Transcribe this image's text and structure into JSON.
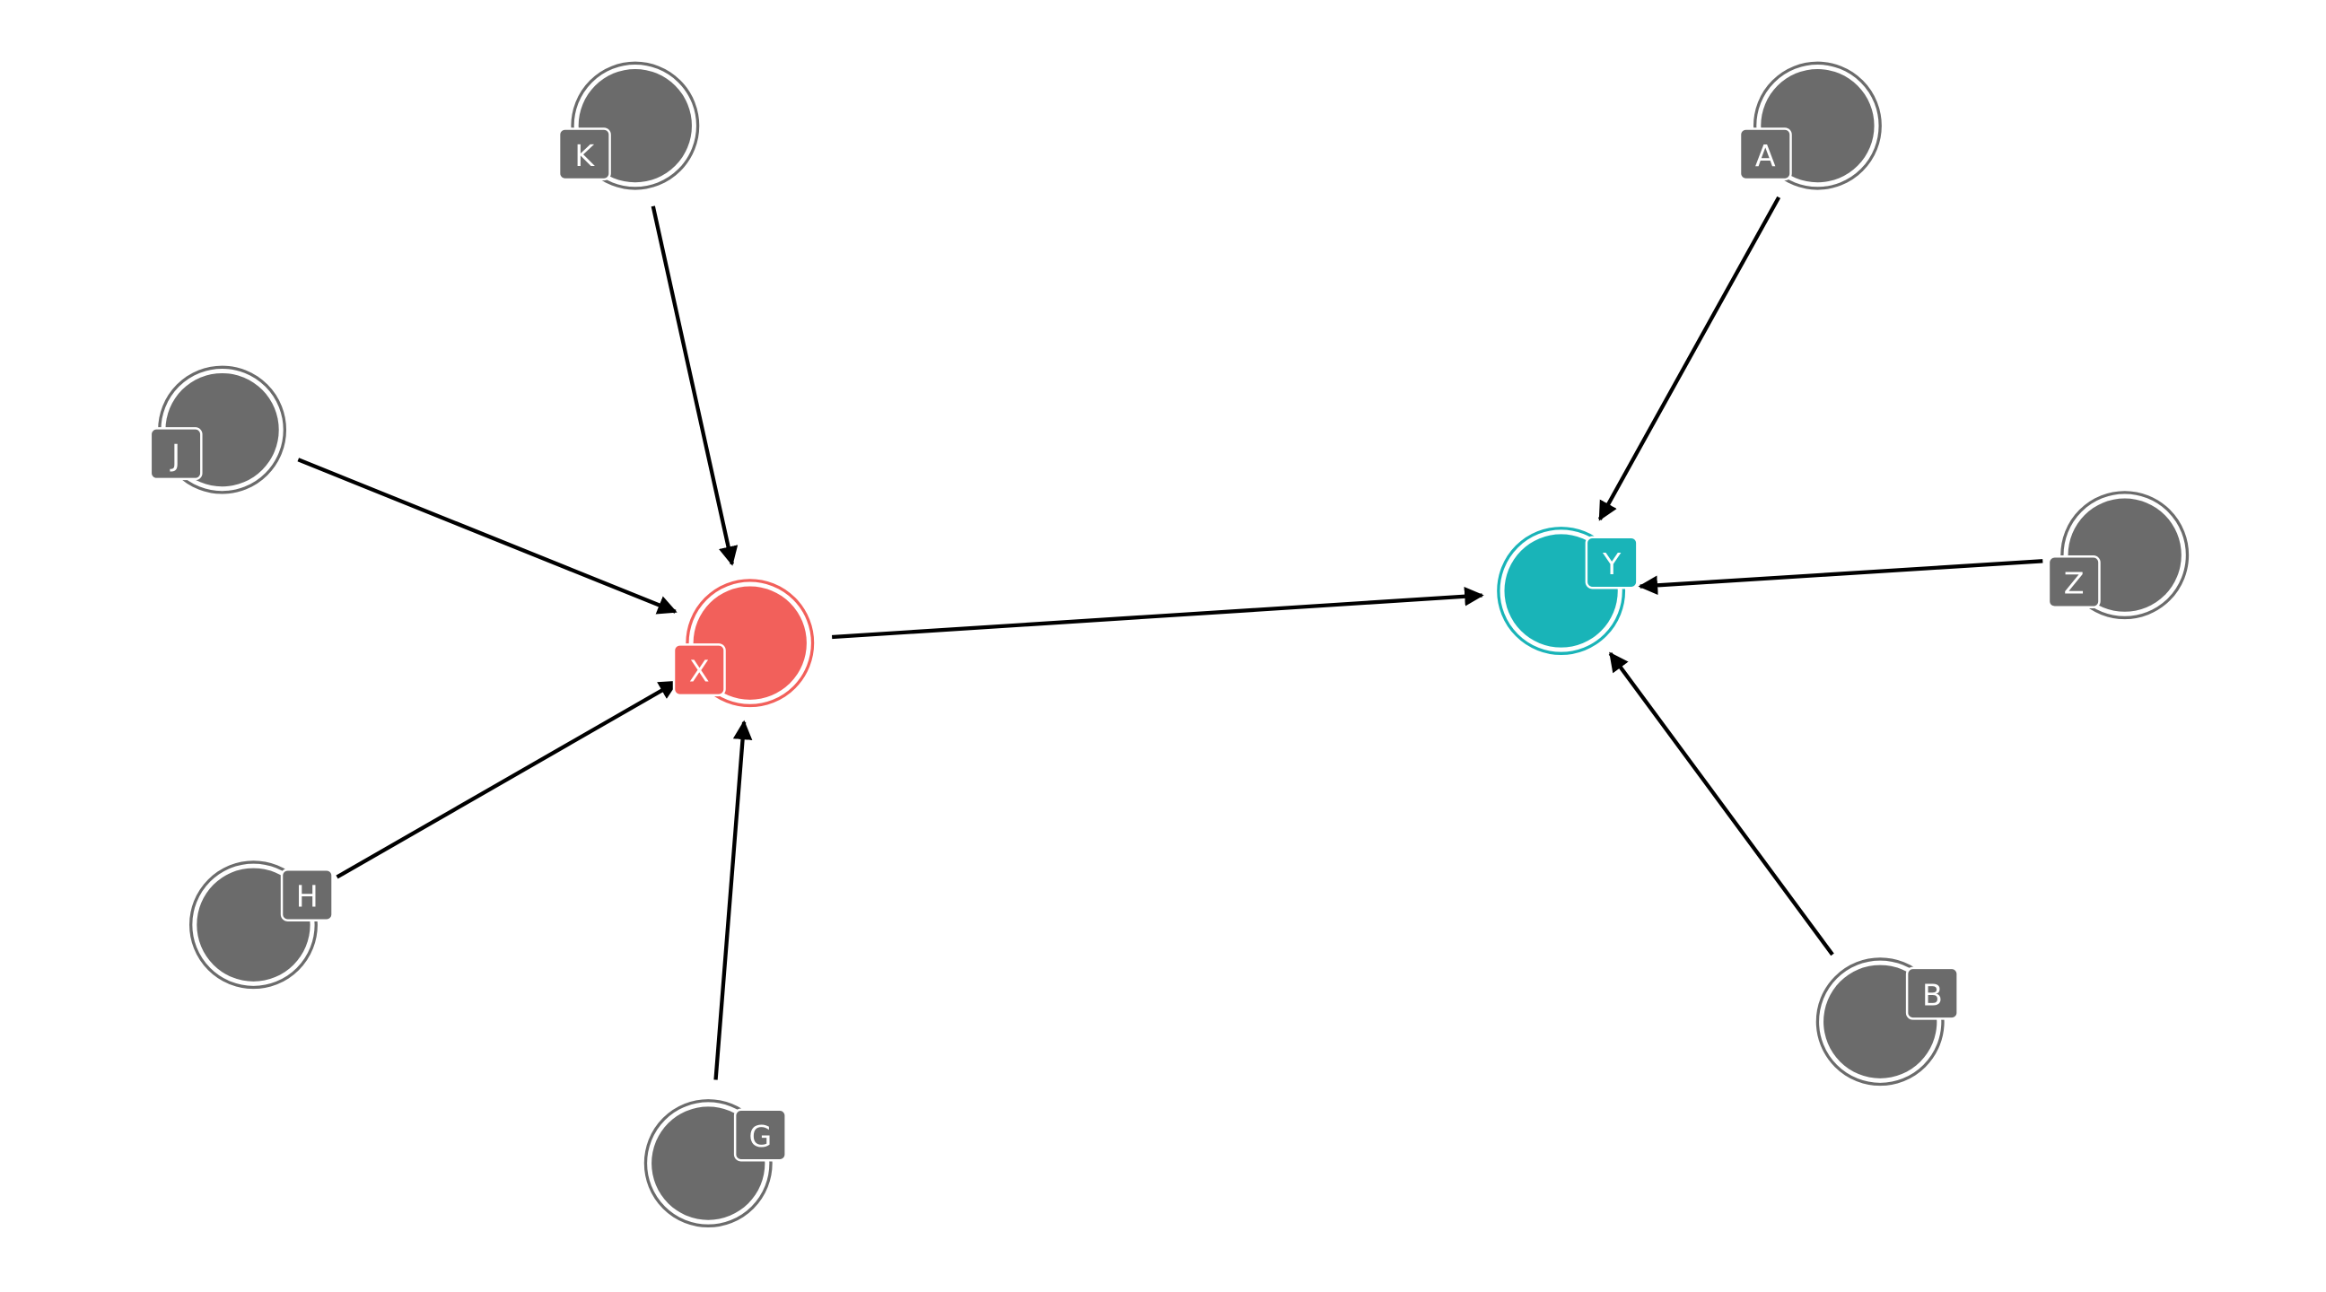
{
  "colors": {
    "default": "#6b6b6b",
    "cause": "#f2605b",
    "effect": "#19b4b8",
    "edge": "#000000"
  },
  "nodes": {
    "K": {
      "label": "K",
      "role": "default"
    },
    "J": {
      "label": "J",
      "role": "default"
    },
    "X": {
      "label": "X",
      "role": "cause"
    },
    "H": {
      "label": "H",
      "role": "default"
    },
    "G": {
      "label": "G",
      "role": "default"
    },
    "A": {
      "label": "A",
      "role": "default"
    },
    "Y": {
      "label": "Y",
      "role": "effect"
    },
    "Z": {
      "label": "Z",
      "role": "default"
    },
    "B": {
      "label": "B",
      "role": "default"
    }
  },
  "edges": [
    {
      "from": "K",
      "to": "X"
    },
    {
      "from": "J",
      "to": "X"
    },
    {
      "from": "H",
      "to": "X"
    },
    {
      "from": "G",
      "to": "X"
    },
    {
      "from": "X",
      "to": "Y"
    },
    {
      "from": "A",
      "to": "Y"
    },
    {
      "from": "Z",
      "to": "Y"
    },
    {
      "from": "B",
      "to": "Y"
    }
  ]
}
